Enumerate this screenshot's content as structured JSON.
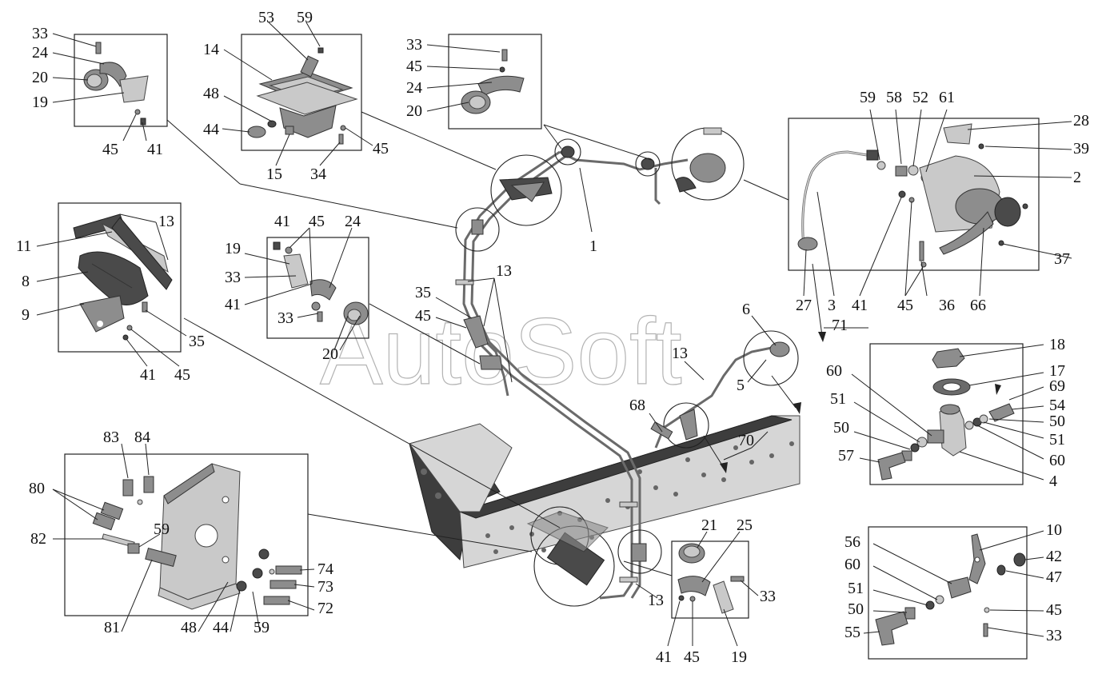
{
  "watermark": "AutoSoft",
  "labels": {
    "b1_33": "33",
    "b1_24": "24",
    "b1_20": "20",
    "b1_19": "19",
    "b1_45": "45",
    "b1_41": "41",
    "b2_53": "53",
    "b2_59": "59",
    "b2_14": "14",
    "b2_48": "48",
    "b2_44": "44",
    "b2_15": "15",
    "b2_34": "34",
    "b2_45": "45",
    "b3_33": "33",
    "b3_45": "45",
    "b3_24": "24",
    "b3_20": "20",
    "m_1": "1",
    "b4_59": "59",
    "b4_58": "58",
    "b4_52": "52",
    "b4_61": "61",
    "b4_28": "28",
    "b4_39": "39",
    "b4_2": "2",
    "b4_37": "37",
    "b4_27": "27",
    "b4_3": "3",
    "b4_41": "41",
    "b4_45": "45",
    "b4_36": "36",
    "b4_66": "66",
    "m_71": "71",
    "b5_13": "13",
    "b5_11": "11",
    "b5_8": "8",
    "b5_9": "9",
    "b5_35": "35",
    "b5_41": "41",
    "b5_45": "45",
    "b6_41": "41",
    "b6_45": "45",
    "b6_24": "24",
    "b6_19": "19",
    "b6_33a": "33",
    "b6_41b": "41",
    "b6_33b": "33",
    "b6_20": "20",
    "m_13a": "13",
    "m_35": "35",
    "m_45": "45",
    "m_6": "6",
    "m_13b": "13",
    "m_5": "5",
    "m_68": "68",
    "m_70": "70",
    "m_13c": "13",
    "b7_18": "18",
    "b7_17": "17",
    "b7_69": "69",
    "b7_60a": "60",
    "b7_51a": "51",
    "b7_54": "54",
    "b7_50a": "50",
    "b7_50b": "50",
    "b7_51b": "51",
    "b7_60b": "60",
    "b7_57": "57",
    "b7_4": "4",
    "b8_83": "83",
    "b8_84": "84",
    "b8_80": "80",
    "b8_59": "59",
    "b8_82": "82",
    "b8_74": "74",
    "b8_73": "73",
    "b8_72": "72",
    "b8_81": "81",
    "b8_48": "48",
    "b8_44": "44",
    "b8_59b": "59",
    "b9_21": "21",
    "b9_25": "25",
    "b9_33": "33",
    "b9_41": "41",
    "b9_45": "45",
    "b9_19": "19",
    "b10_10": "10",
    "b10_56": "56",
    "b10_42": "42",
    "b10_60": "60",
    "b10_47": "47",
    "b10_51": "51",
    "b10_50": "50",
    "b10_45": "45",
    "b10_55": "55",
    "b10_33": "33"
  }
}
